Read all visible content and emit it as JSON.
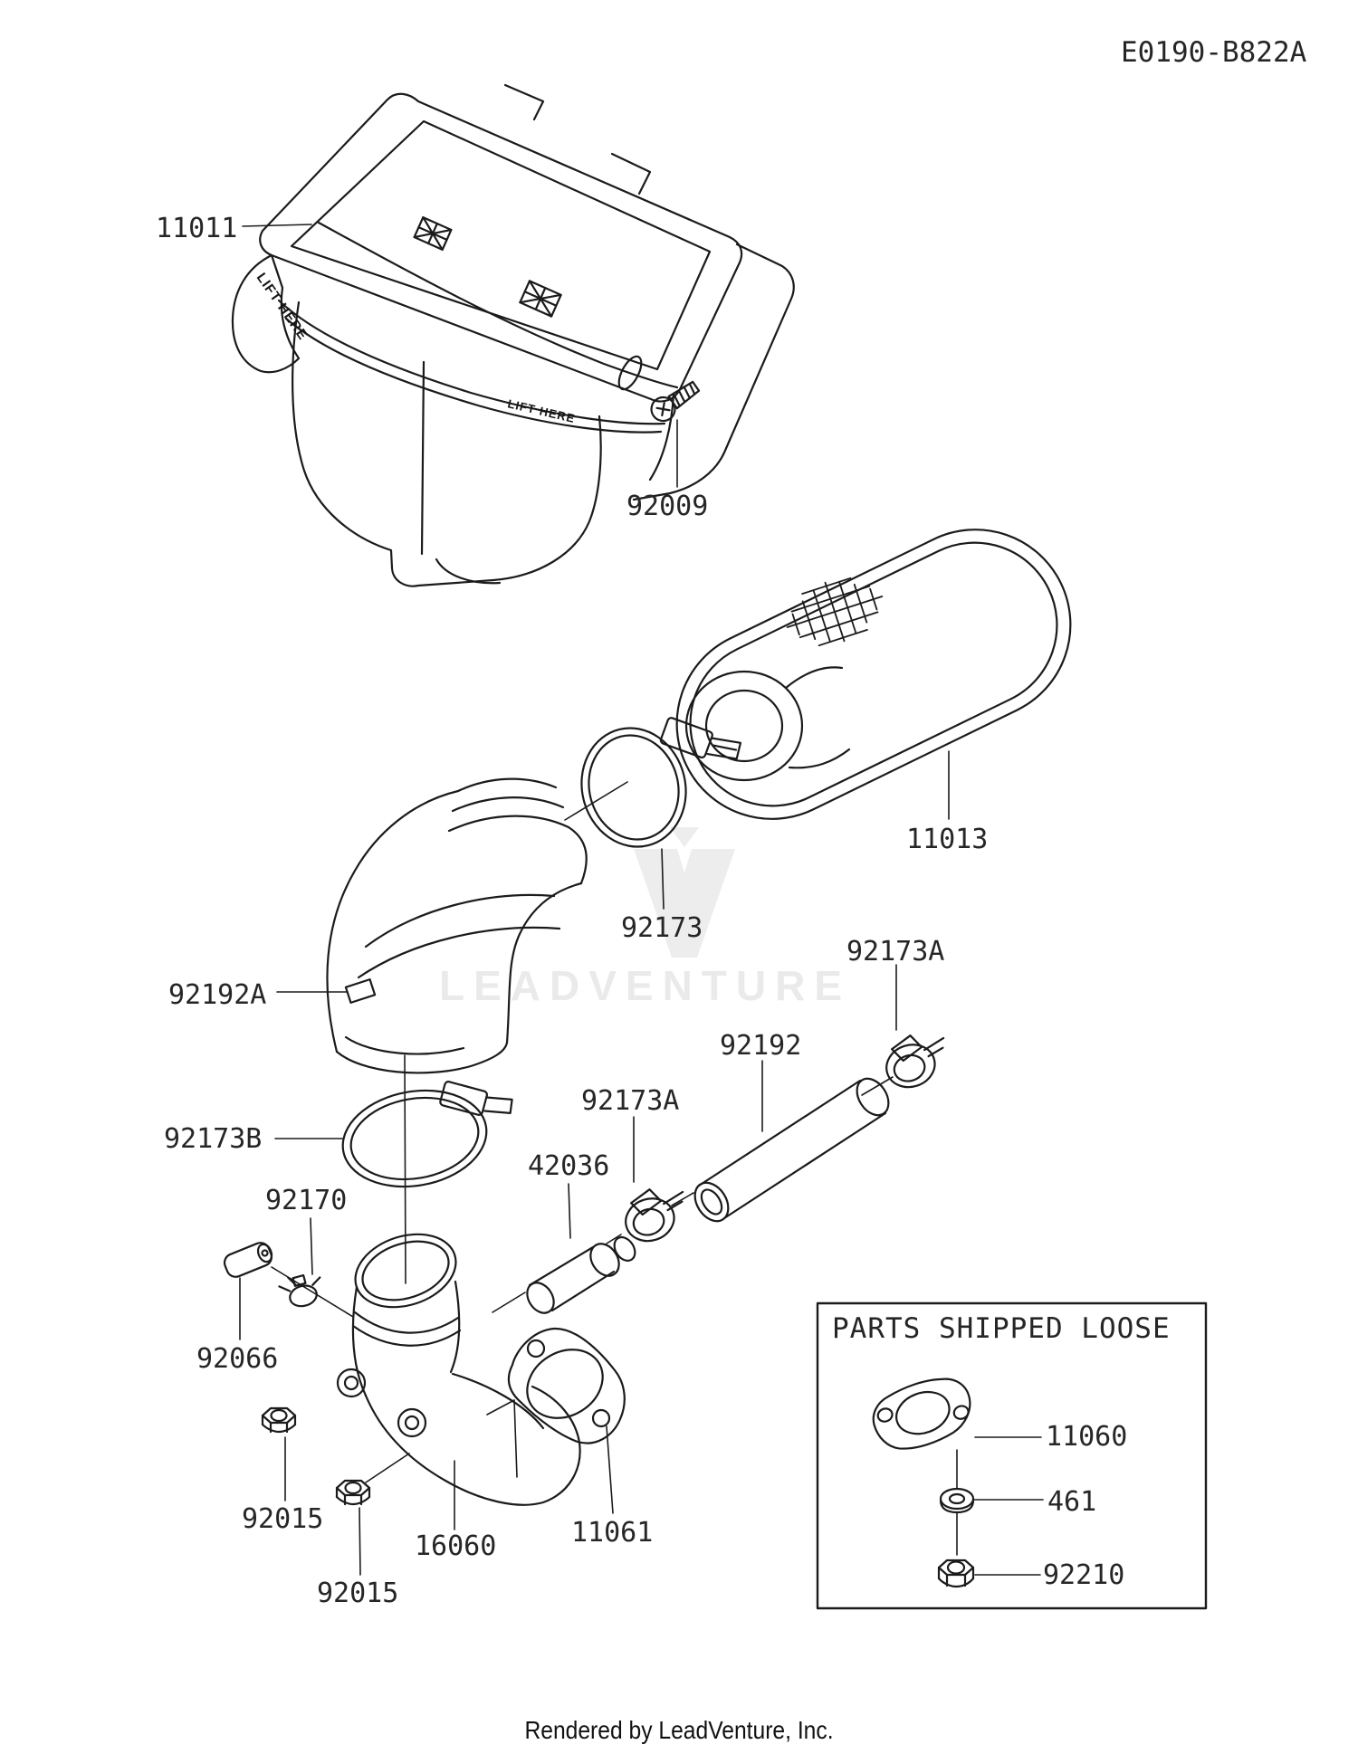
{
  "header": {
    "diagram_code": "E0190-B822A"
  },
  "watermark": {
    "text": "LEADVENTURE"
  },
  "footer": {
    "credit": "Rendered by LeadVenture, Inc."
  },
  "diagram": {
    "case_markings": {
      "lift_here_top": "LIFT HERE",
      "lift_here_front": "LIFT HERE"
    },
    "part_labels": {
      "p11011": "11011",
      "p92009": "92009",
      "p11013": "11013",
      "p92173": "92173",
      "p92173a_top": "92173A",
      "p92192": "92192",
      "p92192a": "92192A",
      "p92173b": "92173B",
      "p92173a_mid": "92173A",
      "p42036": "42036",
      "p92170": "92170",
      "p92066": "92066",
      "p92015_a": "92015",
      "p16060": "16060",
      "p11061": "11061",
      "p92015_b": "92015"
    }
  },
  "parts_shipped_loose": {
    "title": "PARTS SHIPPED LOOSE",
    "part_labels": {
      "p11060": "11060",
      "p461": "461",
      "p92210": "92210"
    }
  }
}
